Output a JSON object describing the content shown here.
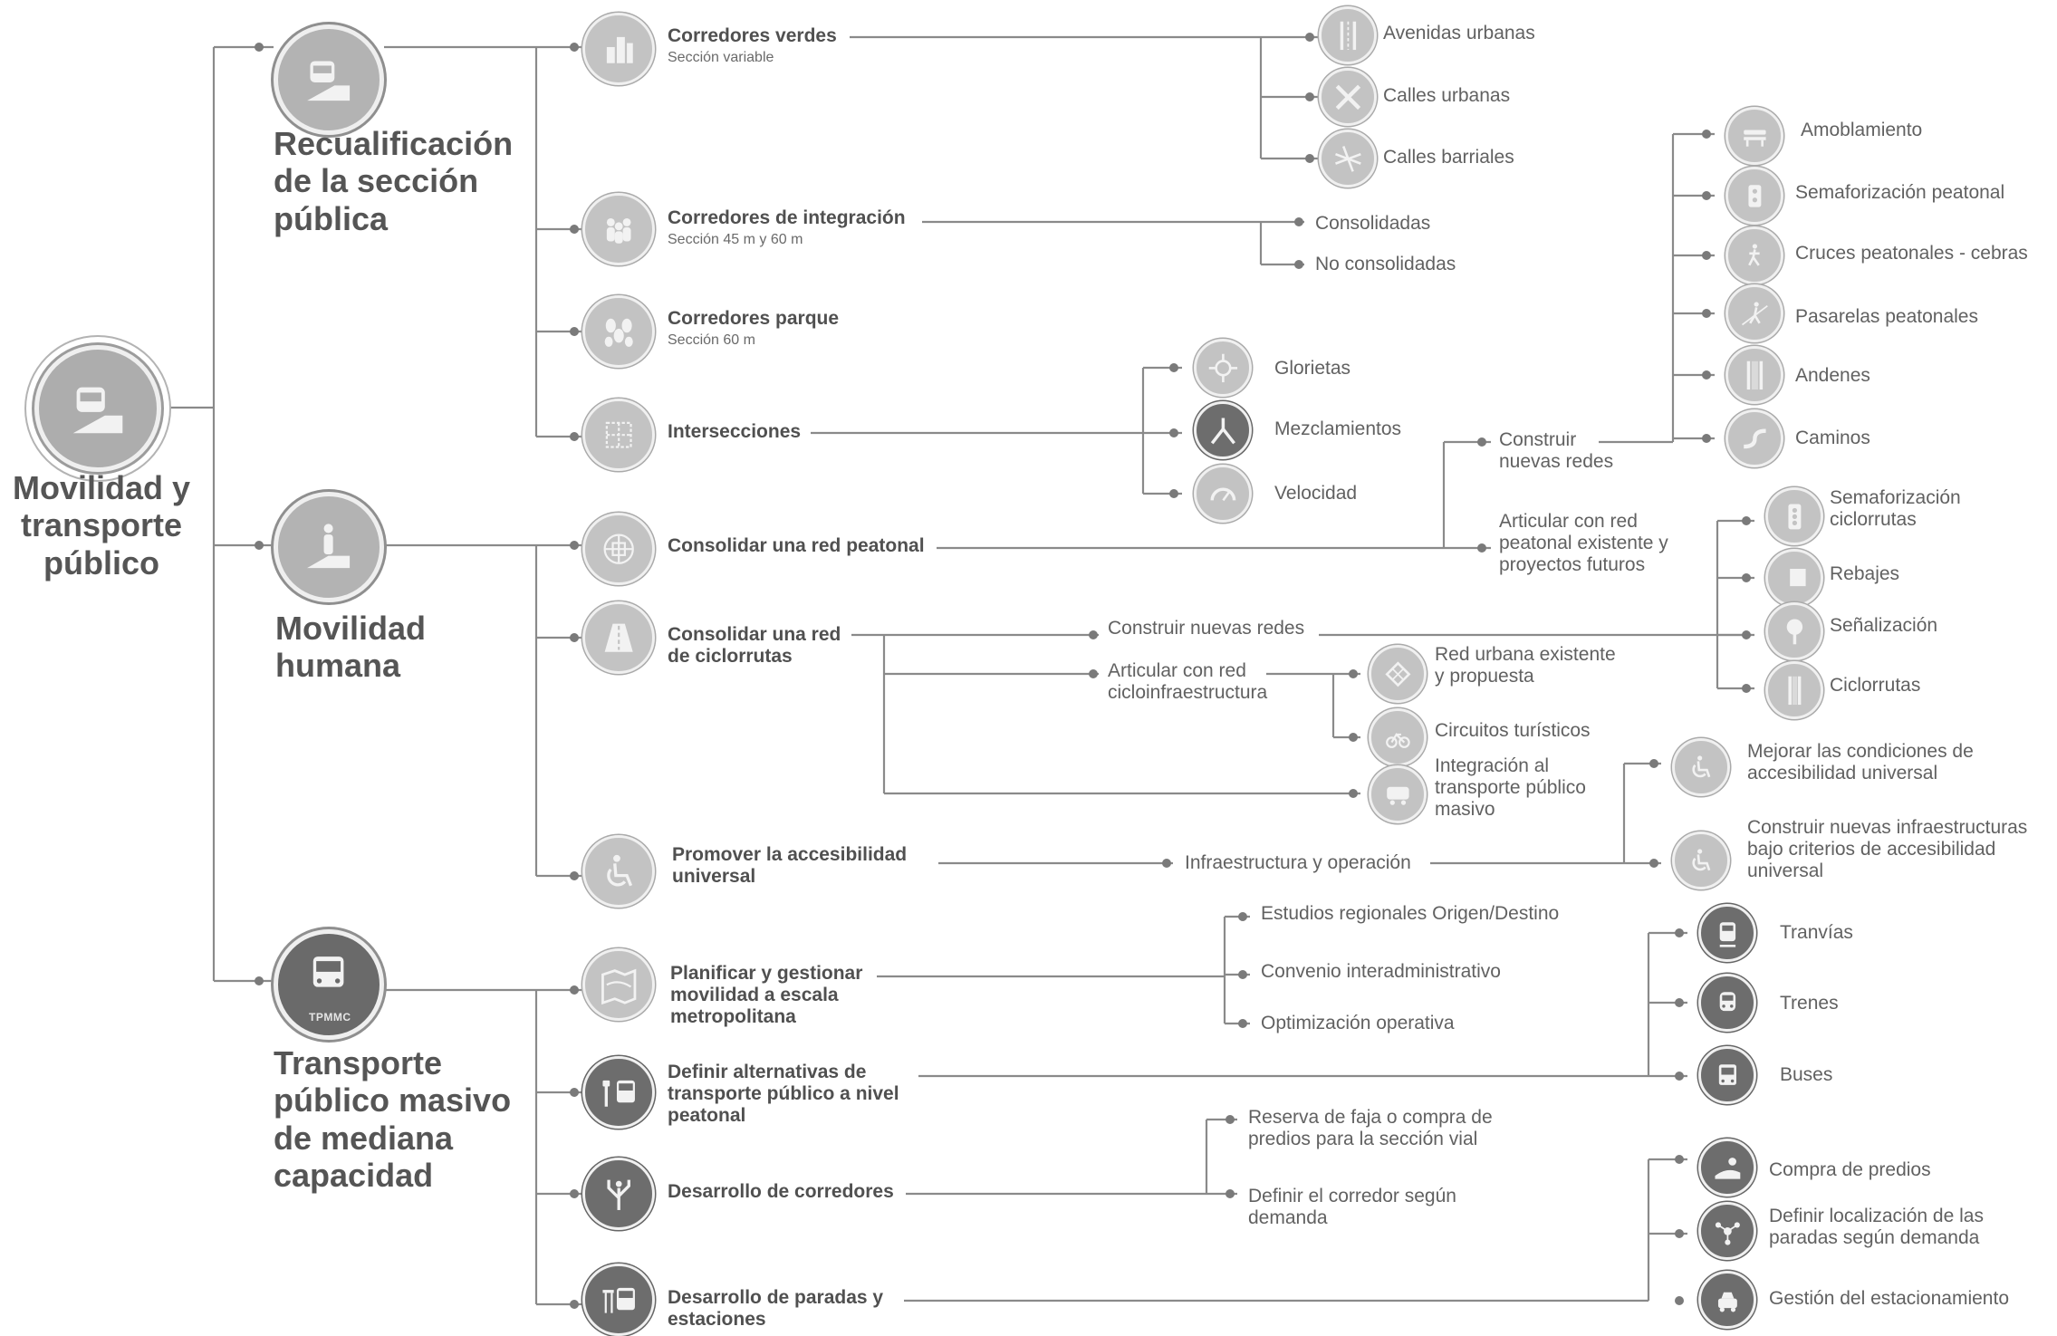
{
  "root": {
    "title": "Movilidad y\ntransporte\npúblico",
    "icon": "bus-road-icon"
  },
  "branches": {
    "recualificacion": {
      "title": "Recualificación\nde la sección\npública",
      "icon": "bus-road-icon",
      "items": {
        "corredores_verdes": {
          "label": "Corredores verdes",
          "sub": "Sección variable",
          "icon": "buildings-icon",
          "children": [
            "Avenidas urbanas",
            "Calles urbanas",
            "Calles barriales"
          ]
        },
        "corredores_integracion": {
          "label": "Corredores de integración",
          "sub": "Sección 45 m y 60 m",
          "icon": "people-group-icon",
          "children": [
            "Consolidadas",
            "No consolidadas"
          ]
        },
        "corredores_parque": {
          "label": "Corredores parque",
          "sub": "Sección 60 m",
          "icon": "trees-icon"
        },
        "intersecciones": {
          "label": "Intersecciones",
          "icon": "intersection-grid-icon",
          "children": [
            "Glorietas",
            "Mezclamientos",
            "Velocidad"
          ]
        }
      }
    },
    "movilidad_humana": {
      "title": "Movilidad\nhumana",
      "icon": "pedestrian-icon",
      "items": {
        "red_peatonal": {
          "label": "Consolidar una red peatonal",
          "icon": "street-network-icon",
          "construir": "Construir\nnuevas redes",
          "articular": "Articular con red\npeatonal existente y\nproyectos futuros",
          "construir_children": [
            "Amoblamiento",
            "Semaforización peatonal",
            "Cruces peatonales - cebras",
            "Pasarelas peatonales",
            "Andenes",
            "Caminos"
          ]
        },
        "ciclorrutas": {
          "label": "Consolidar una red\nde ciclorrutas",
          "icon": "bike-lane-icon",
          "construir": "Construir nuevas redes",
          "articular": "Articular con red\ncicloinfraestructura",
          "articular_children": [
            "Red urbana existente\ny propuesta",
            "Circuitos turísticos",
            "Integración al\ntransporte público\nmasivo"
          ],
          "construir_children": [
            "Semaforización\nciclorrutas",
            "Rebajes",
            "Señalización",
            "Ciclorrutas"
          ]
        },
        "accesibilidad": {
          "label": "Promover la accesibilidad\nuniversal",
          "icon": "wheelchair-icon",
          "infra": "Infraestructura y operación",
          "children": [
            "Mejorar las condiciones de\naccesibilidad universal",
            "Construir  nuevas infraestructuras\nbajo criterios de accesibilidad\nuniversal"
          ]
        }
      }
    },
    "transporte_masivo": {
      "title": "Transporte\npúblico masivo\nde mediana\ncapacidad",
      "icon": "tpmmc-bus-icon",
      "badge": "TPMMC",
      "items": {
        "planificar": {
          "label": "Planificar y gestionar\nmovilidad a escala\nmetropolitana",
          "icon": "city-map-icon",
          "children": [
            "Estudios regionales Origen/Destino",
            "Convenio interadministrativo",
            "Optimización operativa"
          ]
        },
        "alternativas": {
          "label": "Definir alternativas de\ntransporte público a nivel\npeatonal",
          "icon": "bus-stop-icon",
          "children": [
            "Tranvías",
            "Trenes",
            "Buses"
          ]
        },
        "corredores": {
          "label": "Desarrollo de corredores",
          "icon": "branching-corridor-icon",
          "children": [
            "Reserva de faja o compra de\npredios para la sección vial",
            "Definir el corredor según\ndemanda"
          ]
        },
        "paradas": {
          "label": "Desarrollo de paradas y\nestaciones",
          "icon": "bus-station-icon",
          "children": [
            "Compra de predios",
            "Definir localización de las\nparadas según demanda",
            "Gestión del estacionamiento"
          ]
        }
      }
    }
  },
  "colors": {
    "line": "#8a8a8a",
    "dot": "#7a7a7a",
    "icon_light": "#bdbdbd",
    "icon_dark": "#6d6d6d",
    "text": "#555555"
  }
}
